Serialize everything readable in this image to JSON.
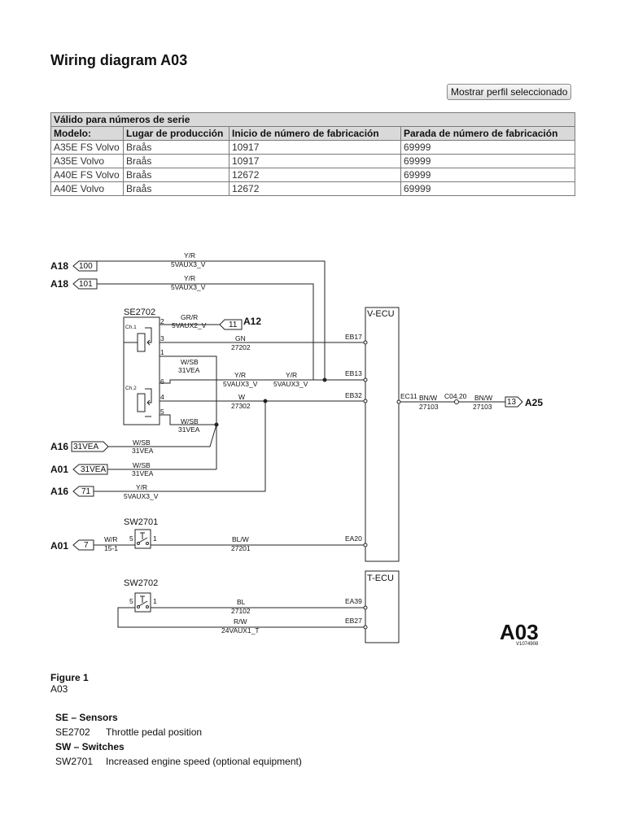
{
  "page": {
    "title": "Wiring diagram A03",
    "profile_button": "Mostrar perfil seleccionado"
  },
  "serial_table": {
    "caption": "Válido para números de serie",
    "headers": [
      "Modelo:",
      "Lugar de producción",
      "Inicio de número de fabricación",
      "Parada de número de fabricación"
    ],
    "rows": [
      [
        "A35E FS Volvo",
        "Braås",
        "10917",
        "69999"
      ],
      [
        "A35E Volvo",
        "Braås",
        "10917",
        "69999"
      ],
      [
        "A40E FS Volvo",
        "Braås",
        "12672",
        "69999"
      ],
      [
        "A40E Volvo",
        "Braås",
        "12672",
        "69999"
      ]
    ]
  },
  "diagram": {
    "big_label": "A03",
    "ref_code": "V1074908",
    "connectors": [
      {
        "name": "A18",
        "tag": "100"
      },
      {
        "name": "A18",
        "tag": "101"
      },
      {
        "name": "A16",
        "tag": "31VEA"
      },
      {
        "name": "A01",
        "tag": "31VEA"
      },
      {
        "name": "A16",
        "tag": "71"
      },
      {
        "name": "A01",
        "tag": "7"
      },
      {
        "name": "A12",
        "tag": "11"
      },
      {
        "name": "A25",
        "tag": "13"
      }
    ],
    "components": {
      "se2702": "SE2702",
      "sw2701": "SW2701",
      "sw2702": "SW2702",
      "vecu": "V-ECU",
      "tecu": "T-ECU",
      "ch1": "Ch.1",
      "ch2": "Ch.2",
      "c0420": "C04.20"
    },
    "pins": [
      "EB17",
      "EB13",
      "EB32",
      "EC11",
      "EA20",
      "EA39",
      "EB27"
    ],
    "pin_numbers": [
      "2",
      "3",
      "1",
      "6",
      "4",
      "5",
      "5",
      "1",
      "5",
      "1"
    ],
    "wires": [
      {
        "color": "Y/R",
        "signal": "5VAUX3_V"
      },
      {
        "color": "Y/R",
        "signal": "5VAUX3_V"
      },
      {
        "color": "GR/R",
        "signal": "5VAUX2_V"
      },
      {
        "color": "GN",
        "signal": "27202"
      },
      {
        "color": "W/SB",
        "signal": "31VEA"
      },
      {
        "color": "Y/R",
        "signal": "5VAUX3_V"
      },
      {
        "color": "Y/R",
        "signal": "5VAUX3_V"
      },
      {
        "color": "W",
        "signal": "27302"
      },
      {
        "color": "W/SB",
        "signal": "31VEA"
      },
      {
        "color": "W/SB",
        "signal": "31VEA"
      },
      {
        "color": "W/SB",
        "signal": "31VEA"
      },
      {
        "color": "Y/R",
        "signal": "5VAUX3_V"
      },
      {
        "color": "W/R",
        "signal": "15-1"
      },
      {
        "color": "BL/W",
        "signal": "27201"
      },
      {
        "color": "BL",
        "signal": "27102"
      },
      {
        "color": "R/W",
        "signal": "24VAUX1_T"
      },
      {
        "color": "BN/W",
        "signal": "27103"
      },
      {
        "color": "BN/W",
        "signal": "27103"
      }
    ]
  },
  "figure": {
    "caption": "Figure 1",
    "label": "A03"
  },
  "legend": [
    {
      "group": "SE – Sensors",
      "items": [
        {
          "code": "SE2702",
          "desc": "Throttle pedal position"
        }
      ]
    },
    {
      "group": "SW – Switches",
      "items": [
        {
          "code": "SW2701",
          "desc": "Increased engine speed (optional equipment)"
        }
      ]
    }
  ]
}
